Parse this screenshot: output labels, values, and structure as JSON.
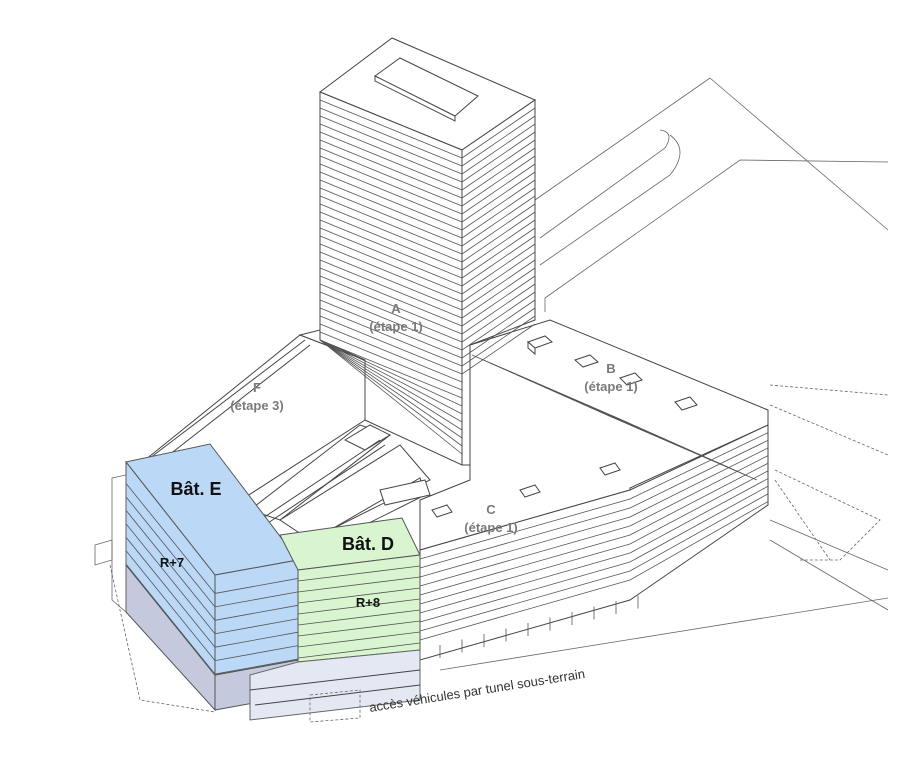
{
  "colors": {
    "building_e": "#bcd8f7",
    "building_e_base": "#c4c9de",
    "building_d": "#d8f5cf",
    "building_d_base": "#e4e8f2",
    "line": "#444444",
    "label_gray": "#7a7a7a"
  },
  "buildings": {
    "a": {
      "letter": "A",
      "phase": "(étape 1)"
    },
    "b": {
      "letter": "B",
      "phase": "(étape 1)"
    },
    "c": {
      "letter": "C",
      "phase": "(étape 1)"
    },
    "f": {
      "letter": "F",
      "phase": "(étape 3)"
    },
    "e": {
      "name": "Bât. E",
      "levels": "R+7"
    },
    "d": {
      "name": "Bât. D",
      "levels": "R+8"
    }
  },
  "annotations": {
    "tunnel": "accès véhicules par tunel sous-terrain"
  }
}
